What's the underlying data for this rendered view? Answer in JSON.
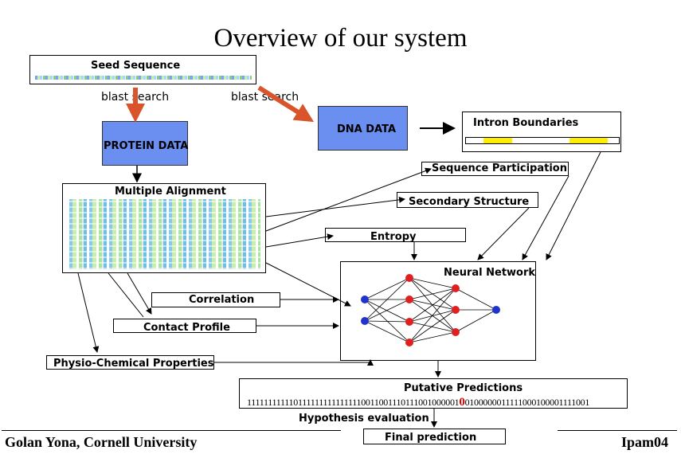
{
  "title": "Overview of our system",
  "seed_label": "Seed Sequence",
  "blast_left": "blast search",
  "blast_right": "blast search",
  "protein_data": "PROTEIN DATA",
  "dna_data": "DNA DATA",
  "intron_boundaries": "Intron Boundaries",
  "sequence_participation": "Sequence Participation",
  "multiple_alignment": "Multiple Alignment",
  "secondary_structure": "Secondary Structure",
  "entropy": "Entropy",
  "neural_network": "Neural Network",
  "correlation": "Correlation",
  "contact_profile": "Contact Profile",
  "physio_chemical": "Physio-Chemical Properties",
  "putative_predictions": "Putative Predictions",
  "prediction_bits_a": "1111111111101111111111111110011001110111001000001",
  "prediction_bits_mark": "0",
  "prediction_bits_b": "0100000011111000100001111001",
  "hypothesis_evaluation": "Hypothesis evaluation",
  "final_prediction": "Final prediction",
  "footer_left": "Golan Yona, Cornell University",
  "footer_right": "Ipam04",
  "colors": {
    "box_blue": "#6b8ff0",
    "arrow_orange": "#d9542b",
    "node_red": "#e02020",
    "node_blue": "#2233cc",
    "intron_yellow": "#ffee00"
  }
}
